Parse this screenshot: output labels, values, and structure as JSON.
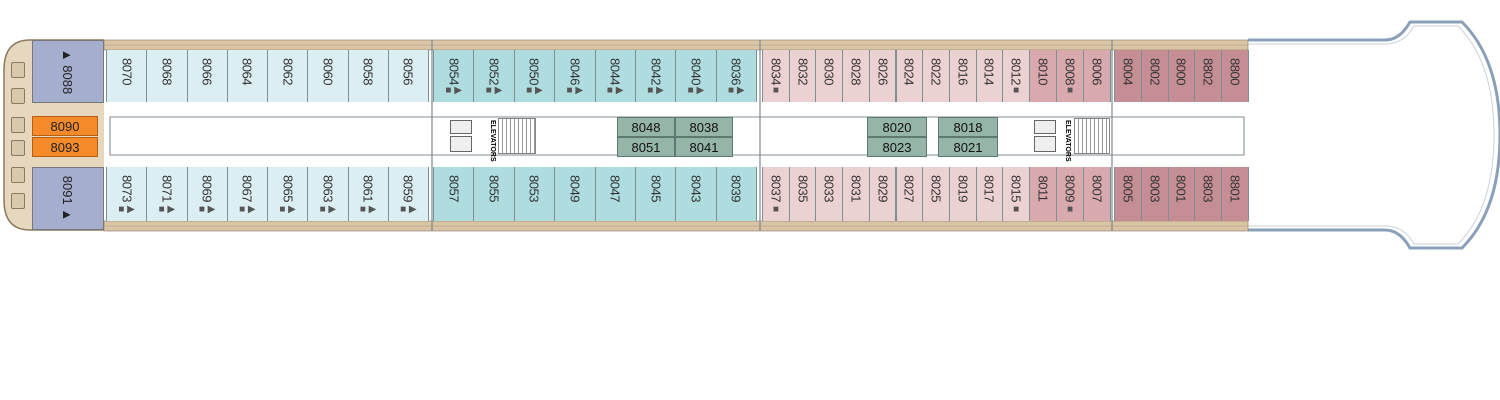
{
  "deck_plan": {
    "colors": {
      "light_blue": "#dbeef2",
      "teal": "#aedcdf",
      "light_pink": "#ecd1d2",
      "mid_pink": "#d8a9ad",
      "dark_pink": "#c58e95",
      "suite_blue": "#a5aecf",
      "orange": "#f58a2a",
      "green": "#95b5a8"
    },
    "top_row": [
      {
        "num": "8070",
        "zone": "light_blue",
        "marker": ""
      },
      {
        "num": "8068",
        "zone": "light_blue",
        "marker": ""
      },
      {
        "num": "8066",
        "zone": "light_blue",
        "marker": ""
      },
      {
        "num": "8064",
        "zone": "light_blue",
        "marker": ""
      },
      {
        "num": "8062",
        "zone": "light_blue",
        "marker": ""
      },
      {
        "num": "8060",
        "zone": "light_blue",
        "marker": ""
      },
      {
        "num": "8058",
        "zone": "light_blue",
        "marker": ""
      },
      {
        "num": "8056",
        "zone": "light_blue",
        "marker": ""
      },
      {
        "num": "8054",
        "zone": "teal",
        "marker": "■ ▶"
      },
      {
        "num": "8052",
        "zone": "teal",
        "marker": "■ ▶"
      },
      {
        "num": "8050",
        "zone": "teal",
        "marker": "■ ▶"
      },
      {
        "num": "8046",
        "zone": "teal",
        "marker": "■ ▶"
      },
      {
        "num": "8044",
        "zone": "teal",
        "marker": "■ ▶"
      },
      {
        "num": "8042",
        "zone": "teal",
        "marker": "■ ▶"
      },
      {
        "num": "8040",
        "zone": "teal",
        "marker": "■ ▶"
      },
      {
        "num": "8036",
        "zone": "teal",
        "marker": "■ ▶"
      },
      {
        "num": "8034",
        "zone": "light_pink",
        "marker": "■"
      },
      {
        "num": "8032",
        "zone": "light_pink",
        "marker": ""
      },
      {
        "num": "8030",
        "zone": "light_pink",
        "marker": ""
      },
      {
        "num": "8028",
        "zone": "light_pink",
        "marker": ""
      },
      {
        "num": "8026",
        "zone": "light_pink",
        "marker": ""
      },
      {
        "num": "8024",
        "zone": "light_pink",
        "marker": ""
      },
      {
        "num": "8022",
        "zone": "light_pink",
        "marker": ""
      },
      {
        "num": "8016",
        "zone": "light_pink",
        "marker": ""
      },
      {
        "num": "8014",
        "zone": "light_pink",
        "marker": ""
      },
      {
        "num": "8012",
        "zone": "light_pink",
        "marker": "■"
      },
      {
        "num": "8010",
        "zone": "mid_pink",
        "marker": ""
      },
      {
        "num": "8008",
        "zone": "mid_pink",
        "marker": "■"
      },
      {
        "num": "8006",
        "zone": "mid_pink",
        "marker": ""
      },
      {
        "num": "8004",
        "zone": "dark_pink",
        "marker": ""
      },
      {
        "num": "8002",
        "zone": "dark_pink",
        "marker": ""
      },
      {
        "num": "8000",
        "zone": "dark_pink",
        "marker": ""
      },
      {
        "num": "8802",
        "zone": "dark_pink",
        "marker": ""
      },
      {
        "num": "8800",
        "zone": "dark_pink",
        "marker": ""
      }
    ],
    "bottom_row": [
      {
        "num": "8073",
        "zone": "light_blue",
        "marker": "■ ▶"
      },
      {
        "num": "8071",
        "zone": "light_blue",
        "marker": "■ ▶"
      },
      {
        "num": "8069",
        "zone": "light_blue",
        "marker": "■ ▶"
      },
      {
        "num": "8067",
        "zone": "light_blue",
        "marker": "■ ▶"
      },
      {
        "num": "8065",
        "zone": "light_blue",
        "marker": "■ ▶"
      },
      {
        "num": "8063",
        "zone": "light_blue",
        "marker": "■ ▶"
      },
      {
        "num": "8061",
        "zone": "light_blue",
        "marker": "■ ▶"
      },
      {
        "num": "8059",
        "zone": "light_blue",
        "marker": "■ ▶"
      },
      {
        "num": "8057",
        "zone": "teal",
        "marker": ""
      },
      {
        "num": "8055",
        "zone": "teal",
        "marker": ""
      },
      {
        "num": "8053",
        "zone": "teal",
        "marker": ""
      },
      {
        "num": "8049",
        "zone": "teal",
        "marker": ""
      },
      {
        "num": "8047",
        "zone": "teal",
        "marker": ""
      },
      {
        "num": "8045",
        "zone": "teal",
        "marker": ""
      },
      {
        "num": "8043",
        "zone": "teal",
        "marker": ""
      },
      {
        "num": "8039",
        "zone": "teal",
        "marker": ""
      },
      {
        "num": "8037",
        "zone": "light_pink",
        "marker": "■"
      },
      {
        "num": "8035",
        "zone": "light_pink",
        "marker": ""
      },
      {
        "num": "8033",
        "zone": "light_pink",
        "marker": ""
      },
      {
        "num": "8031",
        "zone": "light_pink",
        "marker": ""
      },
      {
        "num": "8029",
        "zone": "light_pink",
        "marker": ""
      },
      {
        "num": "8027",
        "zone": "light_pink",
        "marker": ""
      },
      {
        "num": "8025",
        "zone": "light_pink",
        "marker": ""
      },
      {
        "num": "8019",
        "zone": "light_pink",
        "marker": ""
      },
      {
        "num": "8017",
        "zone": "light_pink",
        "marker": ""
      },
      {
        "num": "8015",
        "zone": "light_pink",
        "marker": "■"
      },
      {
        "num": "8011",
        "zone": "mid_pink",
        "marker": ""
      },
      {
        "num": "8009",
        "zone": "mid_pink",
        "marker": "■"
      },
      {
        "num": "8007",
        "zone": "mid_pink",
        "marker": ""
      },
      {
        "num": "8005",
        "zone": "dark_pink",
        "marker": ""
      },
      {
        "num": "8003",
        "zone": "dark_pink",
        "marker": ""
      },
      {
        "num": "8001",
        "zone": "dark_pink",
        "marker": ""
      },
      {
        "num": "8803",
        "zone": "dark_pink",
        "marker": ""
      },
      {
        "num": "8801",
        "zone": "dark_pink",
        "marker": ""
      }
    ],
    "aft_suites": {
      "top": "▲ 8088",
      "bottom": "8091 ▲",
      "middle_top": "8090",
      "middle_bottom": "8093"
    },
    "center_cabins": {
      "left_block": [
        "8048",
        "8038",
        "8051",
        "8041"
      ],
      "right_block": [
        "8020",
        "8018",
        "8023",
        "8021"
      ]
    },
    "elevator_labels": [
      "ELEVATORS",
      "ELEVATORS"
    ]
  }
}
